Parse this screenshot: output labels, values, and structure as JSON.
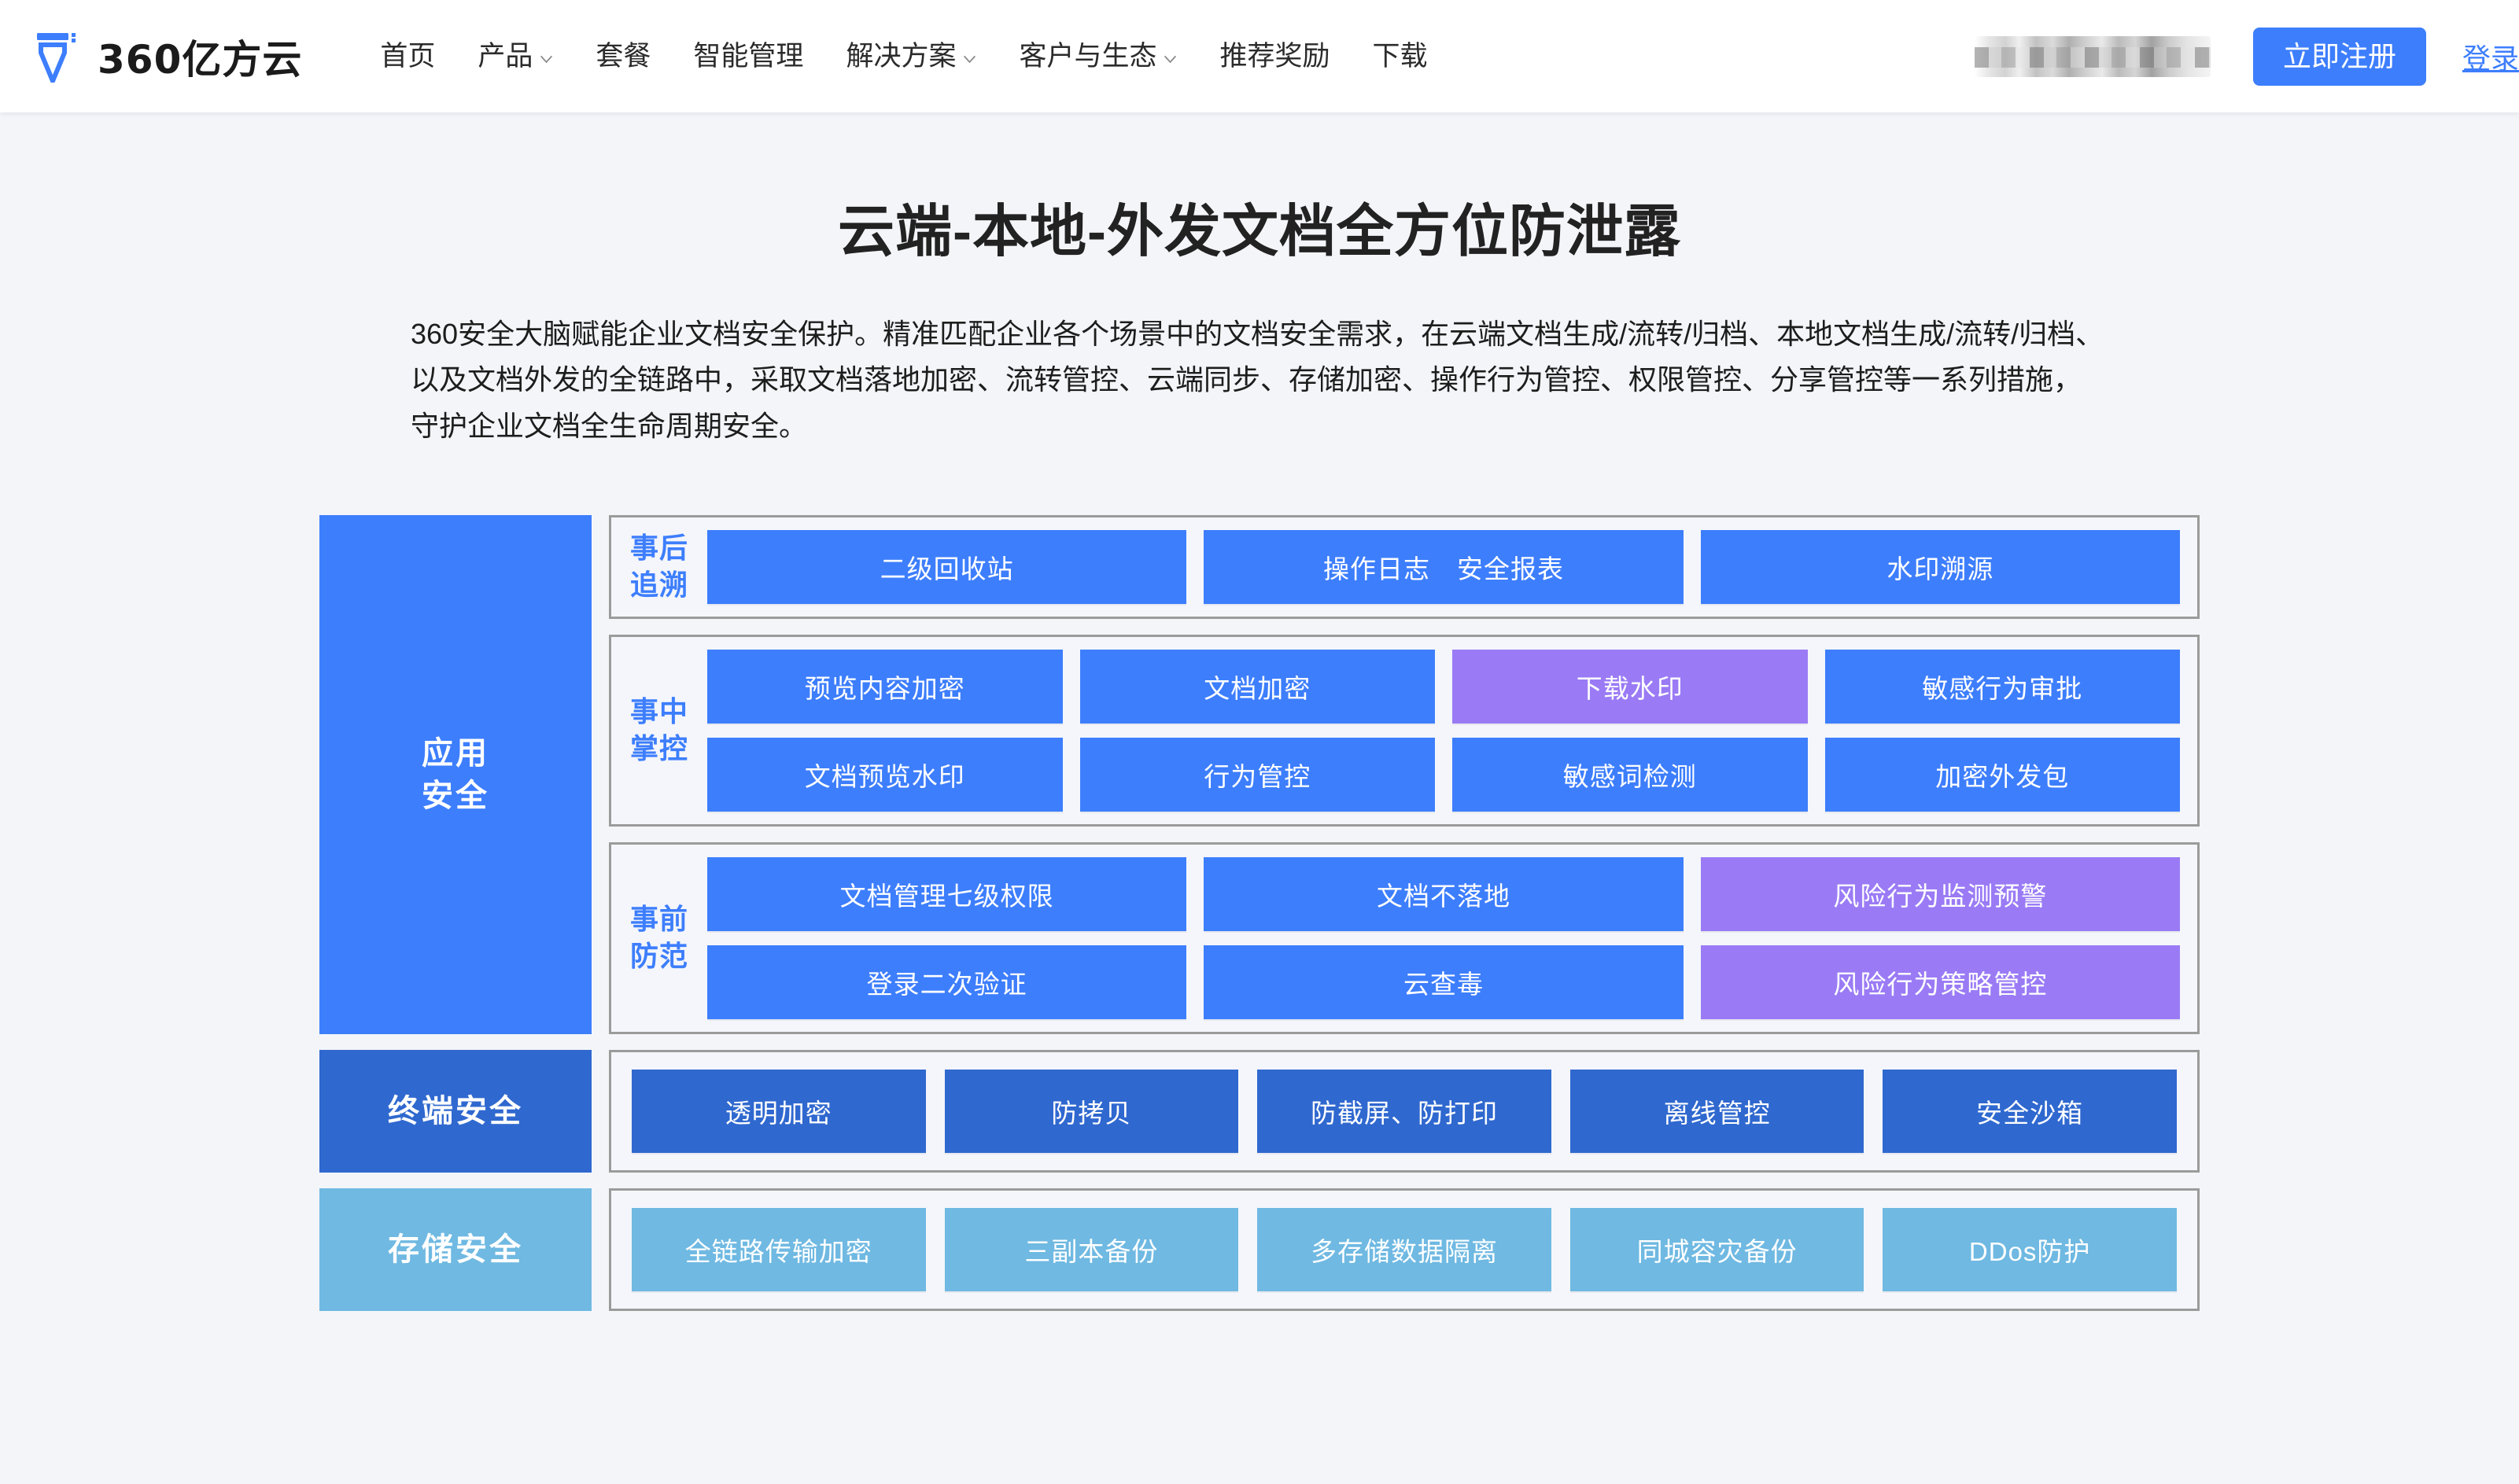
{
  "header": {
    "brand_name": "360亿方云",
    "logo_icon": "pen-nib-logo-icon",
    "nav": [
      {
        "label": "首页",
        "has_caret": false
      },
      {
        "label": "产品",
        "has_caret": true
      },
      {
        "label": "套餐",
        "has_caret": false
      },
      {
        "label": "智能管理",
        "has_caret": false
      },
      {
        "label": "解决方案",
        "has_caret": true
      },
      {
        "label": "客户与生态",
        "has_caret": true
      },
      {
        "label": "推荐奖励",
        "has_caret": false
      },
      {
        "label": "下载",
        "has_caret": false
      }
    ],
    "register_label": "立即注册",
    "login_label": "登录",
    "accent_color": "#3d7efd"
  },
  "hero": {
    "title": "云端-本地-外发文档全方位防泄露",
    "description": "360安全大脑赋能企业文档安全保护。精准匹配企业各个场景中的文档安全需求，在云端文档生成/流转/归档、本地文档生成/流转/归档、以及文档外发的全链路中，采取文档落地加密、流转管控、云端同步、存储加密、操作行为管控、权限管控、分享管控等一系列措施，守护企业文档全生命周期安全。"
  },
  "diagram": {
    "colors": {
      "blue": "#3d7efd",
      "purple": "#9a7bf5",
      "deep_blue": "#2f68cf",
      "light_blue": "#6fb9e2",
      "panel_bg": "#f4f6fb",
      "panel_border": "#9b9b9b"
    },
    "application_security": {
      "category_label": "应用\n安全",
      "groups": [
        {
          "label": "事后\n追溯",
          "rows": [
            [
              {
                "label": "二级回收站",
                "color": "blue"
              },
              {
                "label": "操作日志　安全报表",
                "color": "blue"
              },
              {
                "label": "水印溯源",
                "color": "blue"
              }
            ]
          ]
        },
        {
          "label": "事中\n掌控",
          "rows": [
            [
              {
                "label": "预览内容加密",
                "color": "blue"
              },
              {
                "label": "文档加密",
                "color": "blue"
              },
              {
                "label": "下载水印",
                "color": "purple"
              },
              {
                "label": "敏感行为审批",
                "color": "blue"
              }
            ],
            [
              {
                "label": "文档预览水印",
                "color": "blue"
              },
              {
                "label": "行为管控",
                "color": "blue"
              },
              {
                "label": "敏感词检测",
                "color": "blue"
              },
              {
                "label": "加密外发包",
                "color": "blue"
              }
            ]
          ]
        },
        {
          "label": "事前\n防范",
          "rows": [
            [
              {
                "label": "文档管理七级权限",
                "color": "blue"
              },
              {
                "label": "文档不落地",
                "color": "blue"
              },
              {
                "label": "风险行为监测预警",
                "color": "purple"
              }
            ],
            [
              {
                "label": "登录二次验证",
                "color": "blue"
              },
              {
                "label": "云查毒",
                "color": "blue"
              },
              {
                "label": "风险行为策略管控",
                "color": "purple"
              }
            ]
          ]
        }
      ]
    },
    "terminal_security": {
      "category_label": "终端安全",
      "tiles": [
        {
          "label": "透明加密",
          "color": "deep"
        },
        {
          "label": "防拷贝",
          "color": "deep"
        },
        {
          "label": "防截屏、防打印",
          "color": "deep"
        },
        {
          "label": "离线管控",
          "color": "deep"
        },
        {
          "label": "安全沙箱",
          "color": "deep"
        }
      ]
    },
    "storage_security": {
      "category_label": "存储安全",
      "tiles": [
        {
          "label": "全链路传输加密",
          "color": "light"
        },
        {
          "label": "三副本备份",
          "color": "light"
        },
        {
          "label": "多存储数据隔离",
          "color": "light"
        },
        {
          "label": "同城容灾备份",
          "color": "light"
        },
        {
          "label": "DDos防护",
          "color": "light"
        }
      ]
    }
  }
}
